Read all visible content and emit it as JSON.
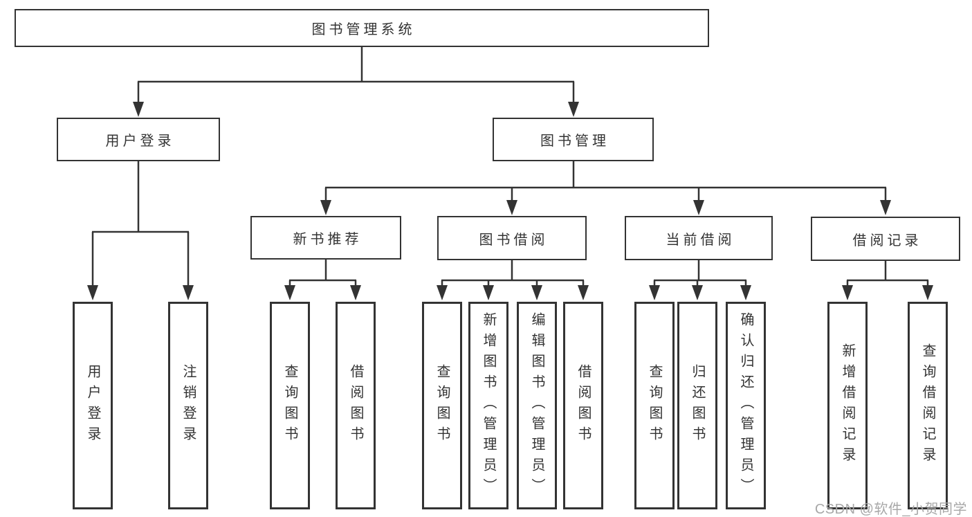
{
  "tree": {
    "label": "图书管理系统",
    "children": [
      {
        "label": "用户登录",
        "children": [
          {
            "label": "用户登录"
          },
          {
            "label": "注销登录"
          }
        ]
      },
      {
        "label": "图书管理",
        "children": [
          {
            "label": "新书推荐",
            "children": [
              {
                "label": "查询图书"
              },
              {
                "label": "借阅图书"
              }
            ]
          },
          {
            "label": "图书借阅",
            "children": [
              {
                "label": "查询图书"
              },
              {
                "label": "新增图书（管理员）"
              },
              {
                "label": "编辑图书（管理员）"
              },
              {
                "label": "借阅图书"
              }
            ]
          },
          {
            "label": "当前借阅",
            "children": [
              {
                "label": "查询图书"
              },
              {
                "label": "归还图书"
              },
              {
                "label": "确认归还（管理员）"
              }
            ]
          },
          {
            "label": "借阅记录",
            "children": [
              {
                "label": "新增借阅记录"
              },
              {
                "label": "查询借阅记录"
              }
            ]
          }
        ]
      }
    ]
  },
  "watermark": {
    "text": "CSDN @软件_小贺同学"
  },
  "colors": {
    "background": "#ffffff",
    "line": "#333333",
    "box_border": "#333333",
    "box_fill": "#ffffff",
    "text": "#333333",
    "watermark": "#a8a8a8"
  }
}
